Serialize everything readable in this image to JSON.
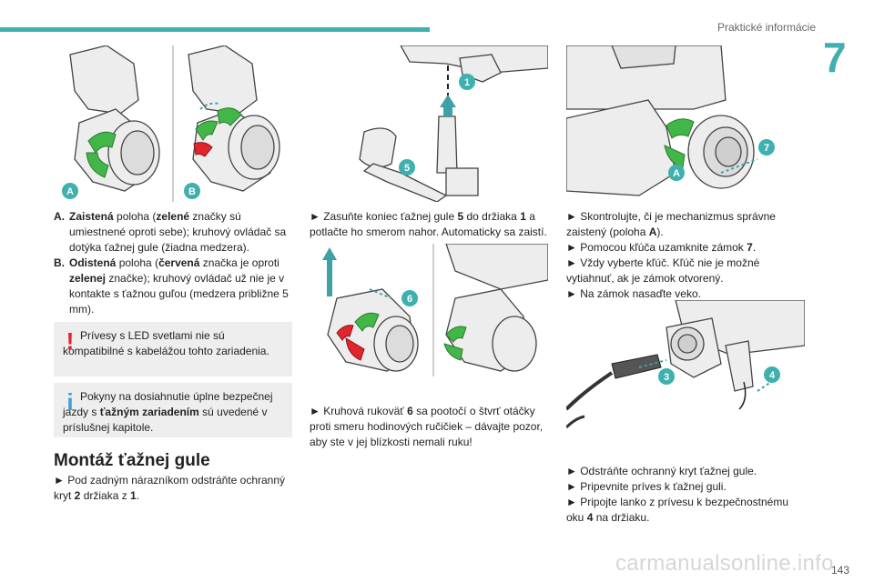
{
  "header": {
    "section_title": "Praktické informácie",
    "chapter_number": "7",
    "accent": "#3eb0ae"
  },
  "footer": {
    "page_number": "143",
    "watermark": "carmanualsonline.info"
  },
  "figures": {
    "fig1": {
      "labels": [
        "A",
        "B"
      ]
    },
    "fig2": {
      "labels": [
        "1",
        "5"
      ]
    },
    "fig3": {
      "labels": [
        "6"
      ]
    },
    "fig4": {
      "labels": [
        "7",
        "A"
      ]
    },
    "fig5": {
      "labels": [
        "3",
        "4"
      ]
    }
  },
  "col1": {
    "items": [
      {
        "key": "A.",
        "lead": "Zaistená",
        "t1": " poloha (",
        "b1": "zelené",
        "t2": " značky sú umiestnené oproti sebe); kruhový ovládač sa dotýka ťažnej gule (žiadna medzera)."
      },
      {
        "key": "B.",
        "lead": "Odistená",
        "t1": " poloha (",
        "b1": "červená",
        "t2": " značka je oproti ",
        "b2": "zelenej",
        "t3": " značke); kruhový ovládač už nie je v kontakte s ťažnou guľou (medzera približne 5 mm)."
      }
    ],
    "warning": {
      "icon": "!",
      "text": "Prívesy s LED svetlami nie sú kompatibilné s kabelážou tohto zariadenia."
    },
    "info": {
      "icon": "i",
      "t1": "Pokyny na dosiahnutie úplne bezpečnej jazdy s ",
      "bold": "ťažným zariadením",
      "t2": " sú uvedené v príslušnej kapitole."
    },
    "heading": "Montáž ťažnej gule",
    "step": {
      "t1": "► Pod zadným nárazníkom odstráňte ochranný kryt ",
      "n1": "2",
      "t2": " držiaka z ",
      "n2": "1",
      "t3": "."
    }
  },
  "col2": {
    "step1": {
      "t1": "► Zasuňte koniec ťažnej gule ",
      "n1": "5",
      "t2": " do držiaka ",
      "n2": "1",
      "t3": " a potlačte ho smerom nahor. Automaticky sa zaistí."
    },
    "step2": {
      "t1": "► Kruhová rukoväť ",
      "n1": "6",
      "t2": " sa pootočí o štvrť otáčky proti smeru hodinových ručičiek – dávajte pozor, aby ste v jej blízkosti nemali ruku!"
    }
  },
  "col3": {
    "s1": {
      "t1": "► Skontrolujte, či je mechanizmus správne zaistený (poloha ",
      "b": "A",
      "t2": ")."
    },
    "s2": {
      "t1": "► Pomocou kľúča uzamknite zámok ",
      "b": "7",
      "t2": "."
    },
    "s3": "► Vždy vyberte kľúč. Kľúč nie je možné vytiahnuť, ak je zámok otvorený.",
    "s4": "► Na zámok nasaďte veko.",
    "s5": "► Odstráňte ochranný kryt ťažnej gule.",
    "s6": "► Pripevnite príves k ťažnej guli.",
    "s7": {
      "t1": "► Pripojte lanko z prívesu k bezpečnostnému oku ",
      "b": "4",
      "t2": " na držiaku."
    }
  }
}
